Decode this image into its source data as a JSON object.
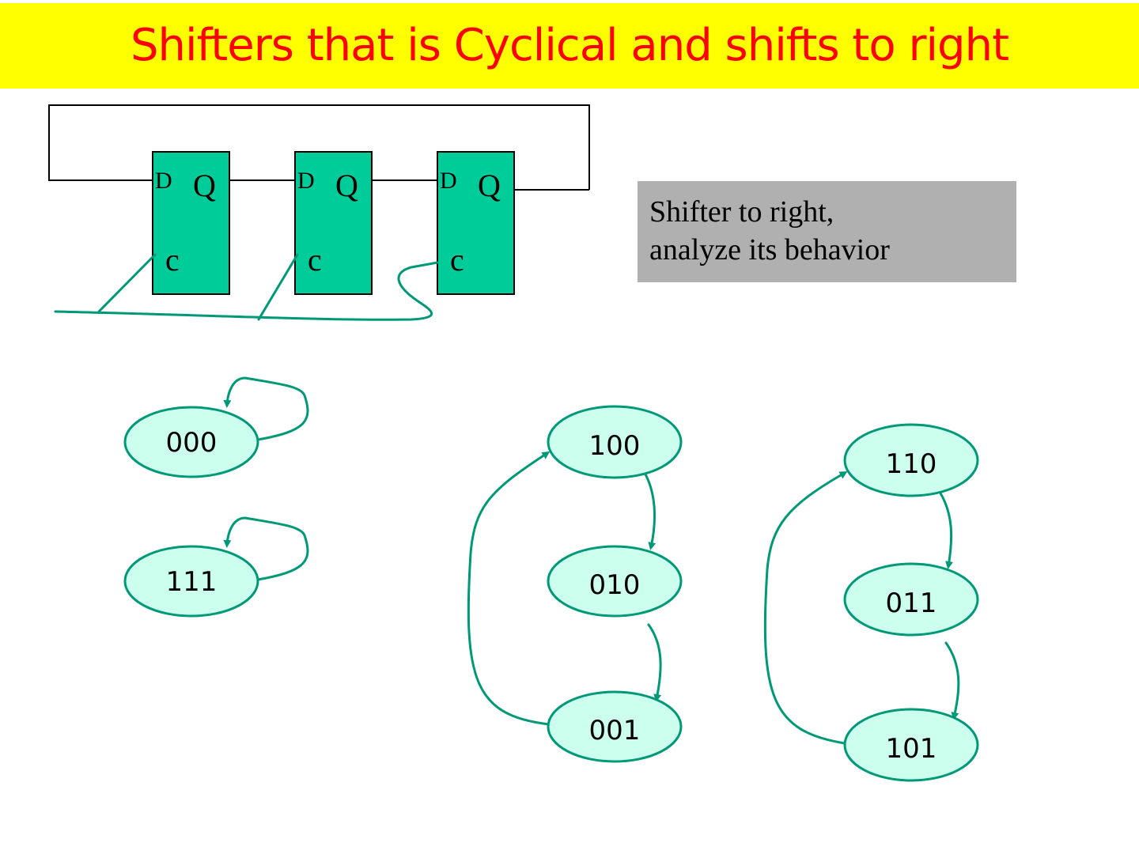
{
  "title": "Shifters that is Cyclical and shifts to right",
  "note": {
    "line1": "Shifter to right,",
    "line2": "analyze its behavior"
  },
  "flipflops": [
    {
      "d": "D",
      "q": "Q",
      "c": "c"
    },
    {
      "d": "D",
      "q": "Q",
      "c": "c"
    },
    {
      "d": "D",
      "q": "Q",
      "c": "c"
    }
  ],
  "states": {
    "s000": "000",
    "s111": "111",
    "s100": "100",
    "s010": "010",
    "s001": "001",
    "s110": "110",
    "s011": "011",
    "s101": "101"
  },
  "colors": {
    "title_bg": "#ffff00",
    "title_text": "#ff0000",
    "flipflop_fill": "#00cc99",
    "state_fill": "#ccffee",
    "edge": "#009977",
    "note_bg": "#b0b0b0"
  }
}
